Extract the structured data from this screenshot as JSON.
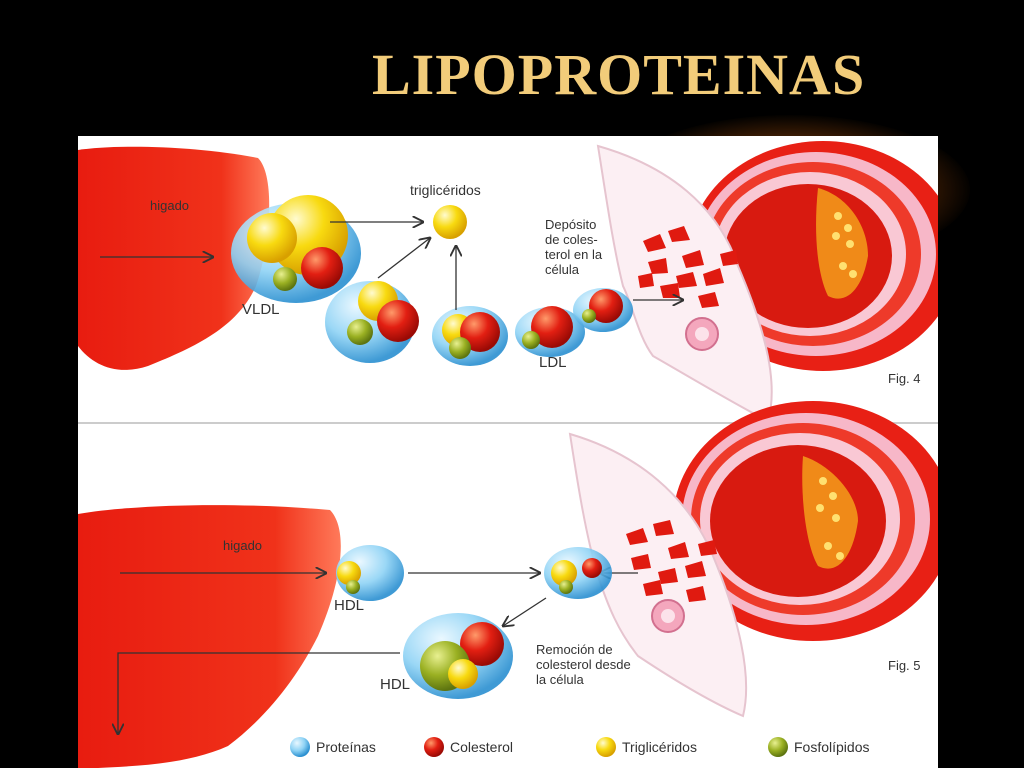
{
  "slide": {
    "title": "LIPOPROTEINAS"
  },
  "fig4": {
    "liver_label": "higado",
    "trig_label": "triglicéridos",
    "vldl_label": "VLDL",
    "ldl_label": "LDL",
    "deposit_lines": [
      "Depósito",
      "de coles-",
      "terol en la",
      "célula"
    ],
    "fig_label": "Fig. 4"
  },
  "fig5": {
    "liver_label": "higado",
    "hdl1_label": "HDL",
    "hdl2_label": "HDL",
    "removal_lines": [
      "Remoción de",
      "colesterol desde",
      "la célula"
    ],
    "fig_label": "Fig. 5"
  },
  "legend": {
    "items": [
      {
        "label": "Proteínas",
        "color": "#2FA0E0"
      },
      {
        "label": "Colesterol",
        "color": "#E21F12"
      },
      {
        "label": "Triglicéridos",
        "color": "#F5D400"
      },
      {
        "label": "Fosfolípidos",
        "color": "#8AA818"
      }
    ]
  }
}
